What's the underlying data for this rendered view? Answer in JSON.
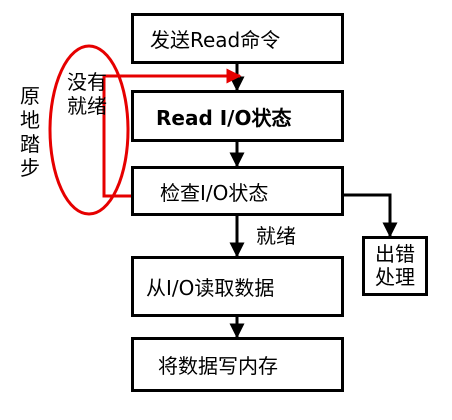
{
  "steps": {
    "send_read": "发送Read命令",
    "read_status": "Read I/O状态",
    "check_status": "检查I/O状态",
    "read_data": "从I/O读取数据",
    "write_memory": "将数据写内存"
  },
  "error_box": "出错\n处理",
  "labels": {
    "not_ready": "没有\n就绪",
    "ready": "就绪",
    "idle_loop": "原\n地\n踏\n步"
  },
  "colors": {
    "loop": "#e60000",
    "line": "#000000"
  }
}
